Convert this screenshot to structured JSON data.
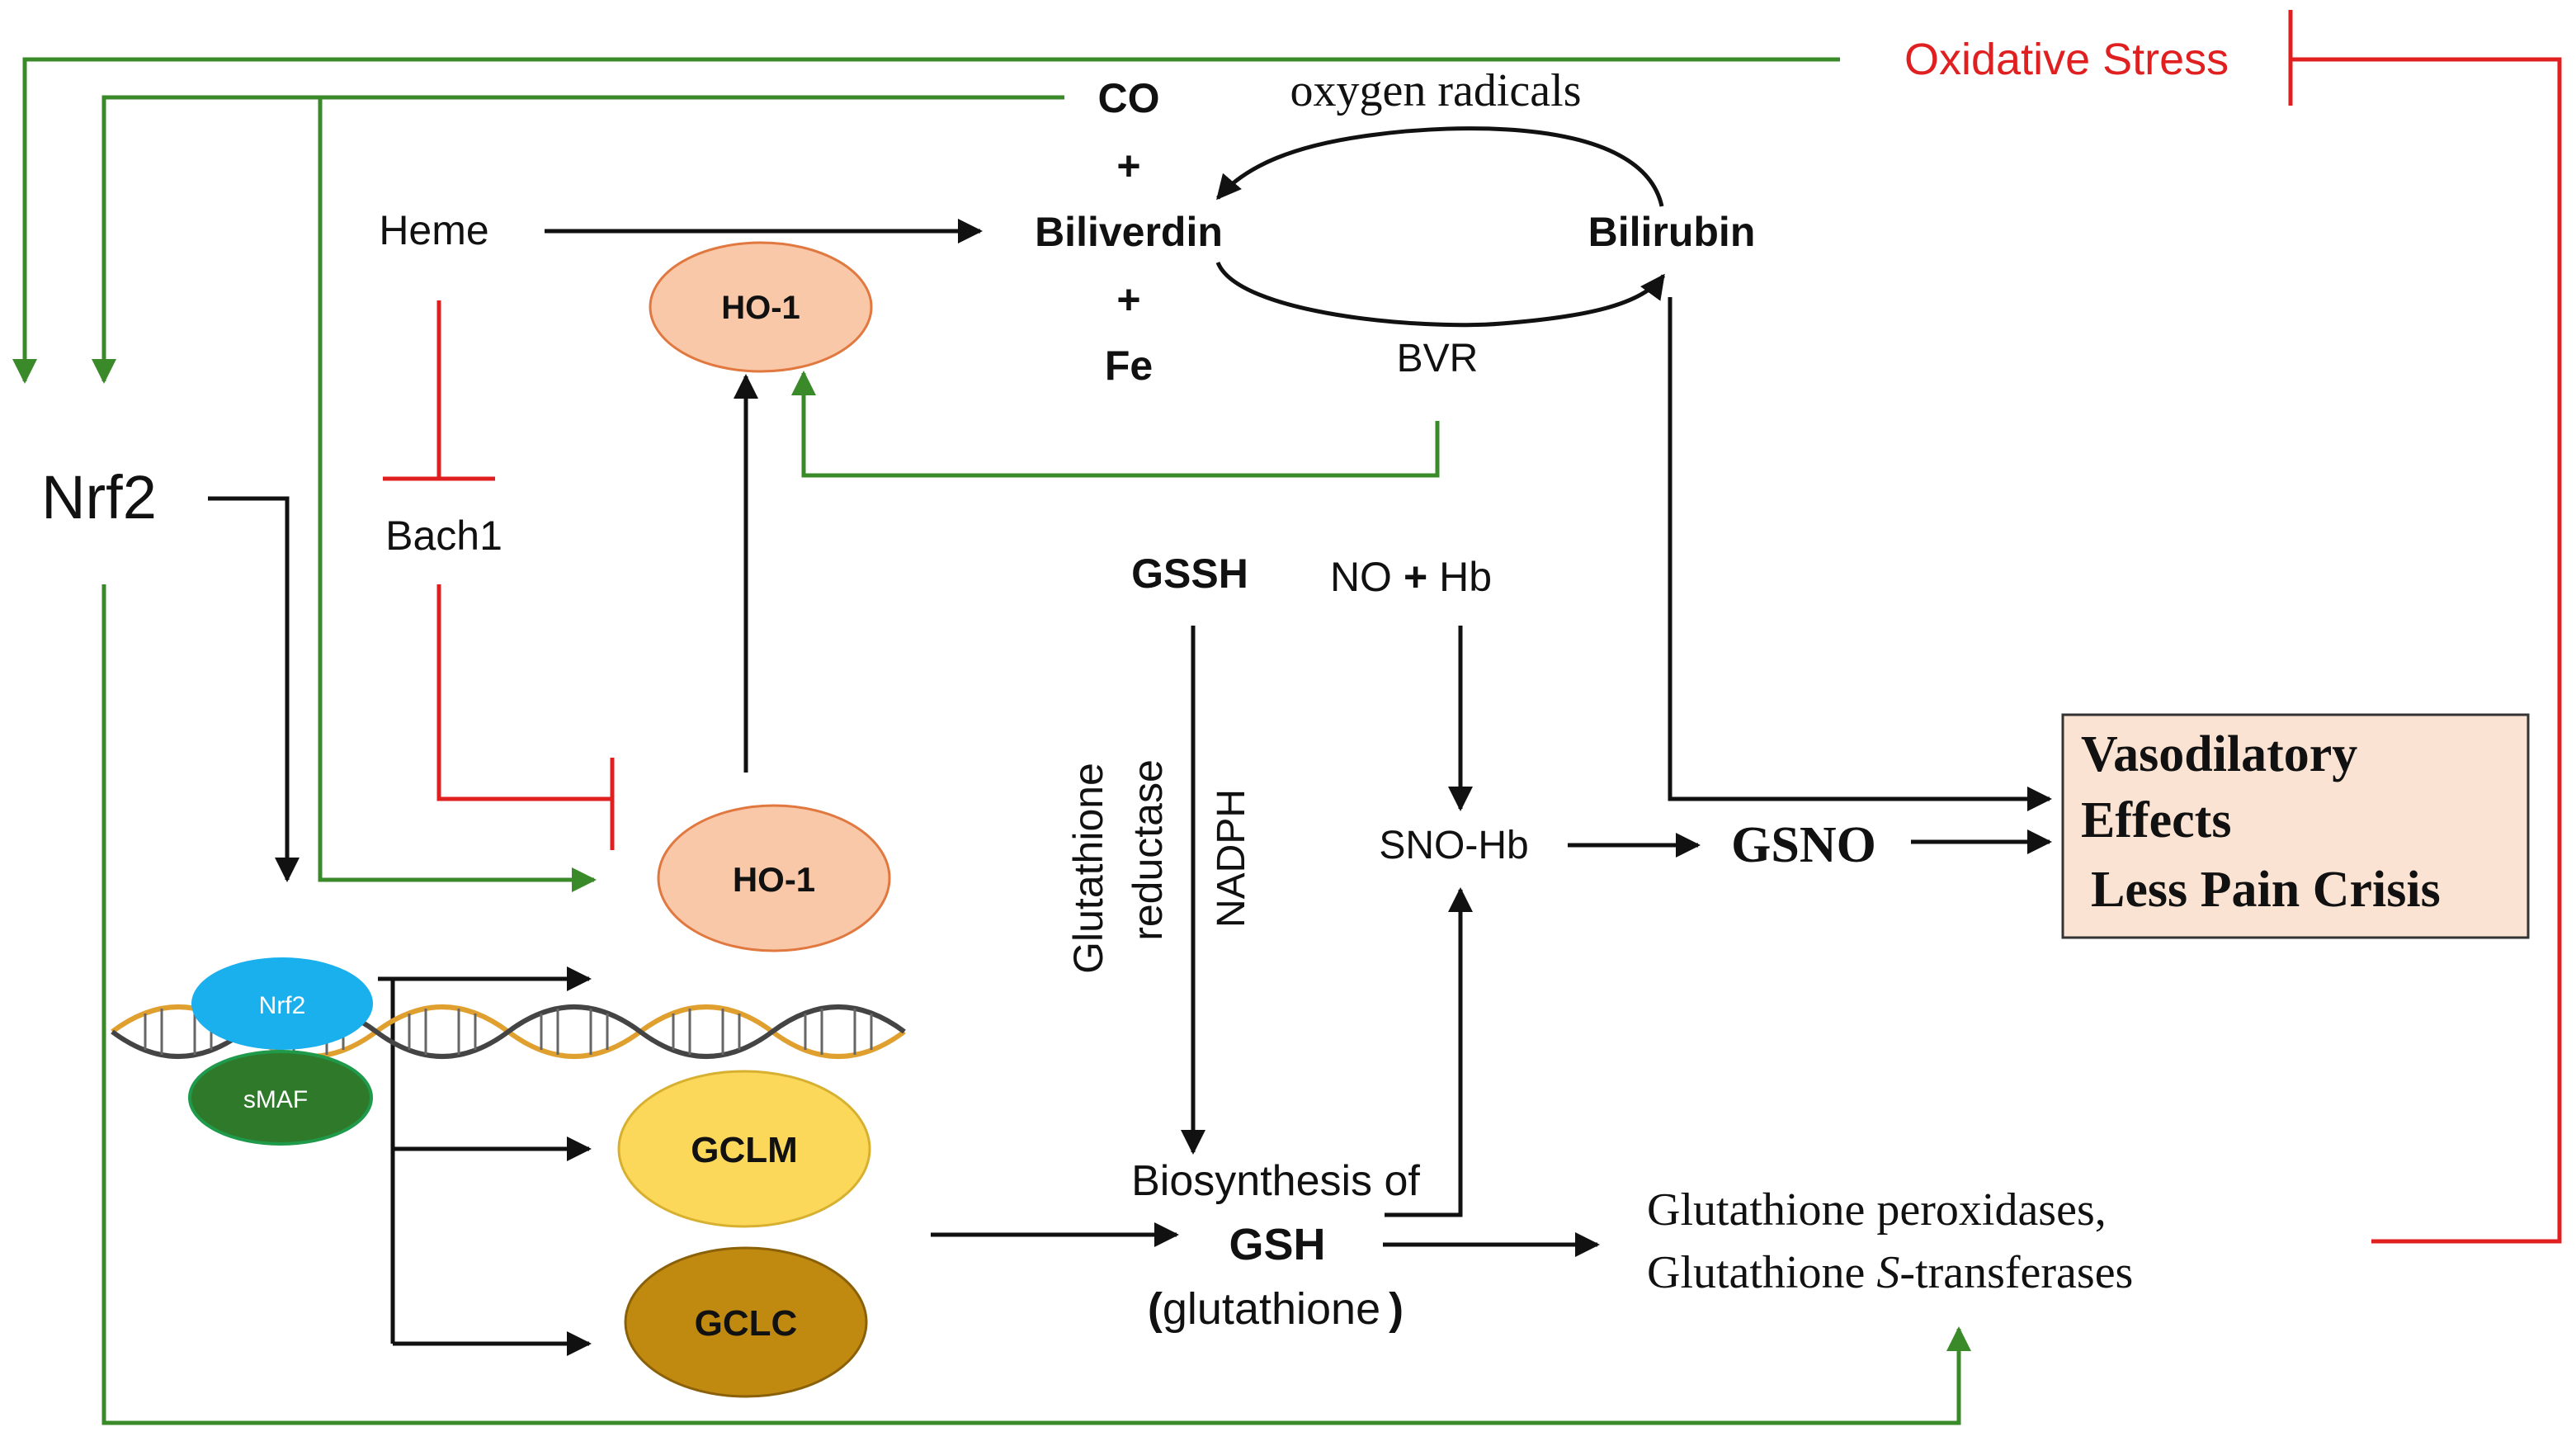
{
  "colors": {
    "green": "#3a8a2a",
    "red": "#e02020",
    "black": "#111111",
    "ho1_fill": "#f9c8a8",
    "ho1_stroke": "#e07840",
    "gclm_fill": "#fbd85a",
    "gclm_stroke": "#d8b030",
    "gclc_fill": "#c08a10",
    "gclc_stroke": "#8a6008",
    "nrf2_fill": "#1ab0ee",
    "smaf_fill": "#2f7a2a",
    "smaf_stroke": "#1e9a4a",
    "box_fill": "#fbe3d3",
    "oxidative_red": "#e02020"
  },
  "labels": {
    "oxidative_stress": "Oxidative Stress",
    "co": "CO",
    "plus1": "+",
    "biliverdin": "Biliverdin",
    "plus2": "+",
    "fe": "Fe",
    "oxygen_radicals": "oxygen radicals",
    "bilirubin": "Bilirubin",
    "bvr": "BVR",
    "heme": "Heme",
    "ho1_top": "HO-1",
    "ho1_bottom": "HO-1",
    "nrf2": "Nrf2",
    "bach1": "Bach1",
    "gssh": "GSSH",
    "no_hb_no": "NO",
    "no_hb_plus": "+",
    "no_hb_hb": "Hb",
    "glutathione": "Glutathione",
    "reductase": "reductase",
    "nadph": "NADPH",
    "sno_hb": "SNO-Hb",
    "gsno": "GSNO",
    "vasodilatory": "Vasodilatory",
    "effects": "Effects",
    "less_pain": "Less Pain Crisis",
    "dna_nrf2": "Nrf2",
    "dna_smaf": "sMAF",
    "gclm": "GCLM",
    "gclc": "GCLC",
    "biosynthesis": "Biosynthesis of",
    "gsh": "GSH",
    "glutathione_paren_open": "(",
    "glutathione_word": "glutathione",
    "glutathione_paren_close": ")",
    "gpx_line1": "Glutathione peroxidases,",
    "gst_line2_a": "Glutathione ",
    "gst_line2_s": "S",
    "gst_line2_b": "-transferases"
  }
}
